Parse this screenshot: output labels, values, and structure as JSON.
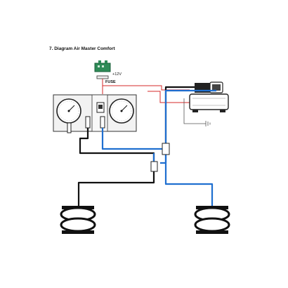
{
  "title": "7. Diagram Air Master Comfort",
  "labels": {
    "power": "+12V",
    "fuse": "FUSE"
  },
  "colors": {
    "air_line_blue": "#1f6fd0",
    "air_line_black": "#111111",
    "power_wire_red": "#d62828",
    "ground_wire": "#555555",
    "relay_green": "#2e8b57",
    "panel_fill": "#f2f2f2"
  },
  "icons": [
    "relay-icon",
    "fuse-icon",
    "pressure-gauge-icon",
    "switch-icon",
    "compressor-icon",
    "tee-fitting-icon",
    "air-bag-icon",
    "ground-icon"
  ]
}
